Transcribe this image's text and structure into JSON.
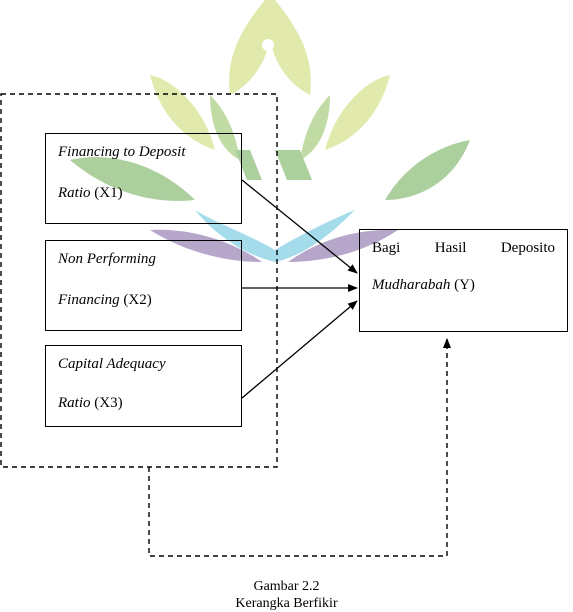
{
  "diagram": {
    "x1": {
      "italic": "Financing to Deposit",
      "italic2": "Ratio",
      "suffix": " (X1)"
    },
    "x2": {
      "italic": "Non Performing",
      "italic2": "Financing",
      "suffix": " (X2)"
    },
    "x3": {
      "italic": "Capital Adequacy",
      "italic2": "Ratio",
      "suffix": " (X3)"
    },
    "y": {
      "words": [
        "Bagi",
        "Hasil",
        "Deposito"
      ],
      "italic2": "Mudharabah",
      "suffix": " (Y)"
    }
  },
  "caption": {
    "line1": "Gambar 2.2",
    "line2": "Kerangka Berfikir"
  },
  "colors": {
    "watermark_green": "#6aa84f",
    "watermark_yellow": "#c9d96a",
    "watermark_blue": "#5bc0de",
    "watermark_purple": "#7a5fa0"
  }
}
